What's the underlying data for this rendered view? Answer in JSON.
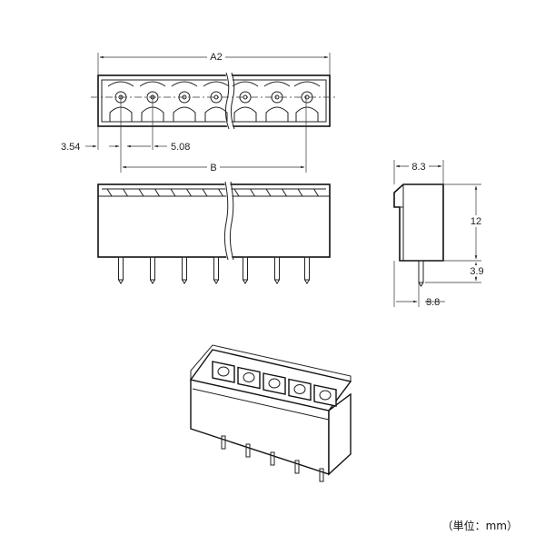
{
  "drawing": {
    "top_view": {
      "dim_overall": "A2",
      "dim_edge": "3.54",
      "dim_pitch": "5.08",
      "dim_span": "B"
    },
    "side_view": {
      "dim_depth": "8.3",
      "dim_body_height": "12",
      "dim_pin_length": "3.9",
      "dim_pin_offset": "3.8"
    },
    "unit_note": "（単位：mm）"
  }
}
